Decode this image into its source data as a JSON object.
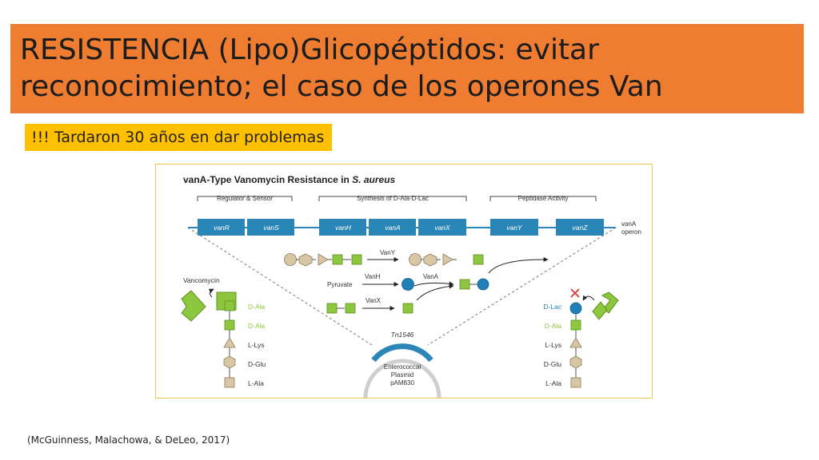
{
  "slide": {
    "title": "RESISTENCIA (Lipo)Glicopéptidos: evitar reconocimiento; el caso de los operones Van",
    "subtitle": "!!! Tardaron 30 años en dar problemas",
    "citation": "(McGuinness, Malachowa, & DeLeo, 2017)"
  },
  "figure": {
    "title_plain": "vanA-Type Vanomycin Resistance in ",
    "title_italic": "S. aureus",
    "groups": [
      "Regulator & Sensor",
      "Synthesis of D-Ala-D-Lac",
      "Peptidase Activity"
    ],
    "genes": [
      "vanR",
      "vanS",
      "vanH",
      "vanA",
      "vanX",
      "vanY",
      "vanZ"
    ],
    "operon_label_1": "vanA",
    "operon_label_2": "operon",
    "vancomycin_label": "Vancomycin",
    "left_chain": [
      "D-Ala",
      "D-Ala",
      "L-Lys",
      "D-Glu",
      "L-Ala"
    ],
    "right_chain": [
      "D-Lac",
      "D-Ala",
      "L-Lys",
      "D-Glu",
      "L-Ala"
    ],
    "enzymes": {
      "vany": "VanY",
      "vanh": "VanH",
      "vana": "VanA",
      "vanx": "VanX"
    },
    "pyruvate": "Pyruvate",
    "transposon": "Tn1546",
    "plasmid": [
      "Enterococcal",
      "Plasmid",
      "pAM830"
    ],
    "colors": {
      "gene_box": "#2b86b8",
      "green": "#8dc63f",
      "tan": "#d9c6a5",
      "blue_circle": "#1f7fb6",
      "red_x": "#e0302a",
      "title_bar": "#ef7d31",
      "subtitle_bg": "#ffc000"
    }
  }
}
